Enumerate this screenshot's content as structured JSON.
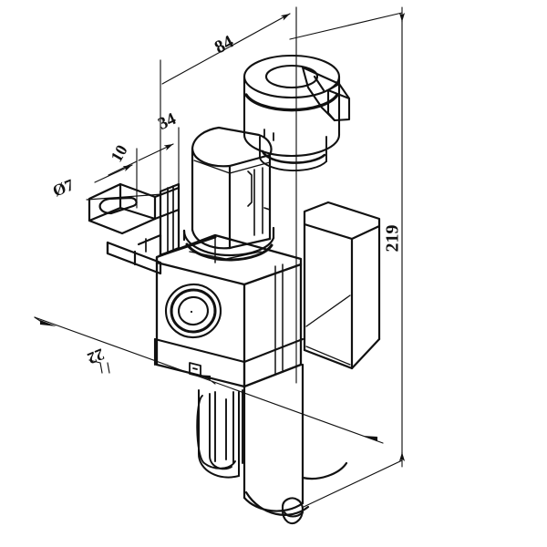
{
  "drawing": {
    "title": "Pneumatic filter-regulator unit isometric dimensioned drawing",
    "projection": "isometric",
    "units": "mm",
    "line_color": "#111111",
    "background_color": "#ffffff"
  },
  "dimensions": {
    "width_top": {
      "label": "84",
      "value": 84,
      "units": "mm",
      "description": "overall width across top of unit"
    },
    "bracket_width": {
      "label": "34",
      "value": 34,
      "units": "mm",
      "description": "mounting bracket width"
    },
    "bracket_offset": {
      "label": "10",
      "value": 10,
      "units": "mm",
      "description": "mounting bracket hole offset"
    },
    "hole_diameter": {
      "label": "Ø7",
      "value": 7,
      "units": "mm",
      "description": "mounting hole diameter"
    },
    "base_depth": {
      "label": "22",
      "value": 22,
      "units": "mm",
      "description": "base depth dimension"
    },
    "overall_height": {
      "label": "219",
      "value": 219,
      "units": "mm",
      "description": "overall height of assembly"
    }
  },
  "parts": [
    {
      "name": "adjustment-knob-lever",
      "description": "cylindrical knob with lever handle, top right"
    },
    {
      "name": "regulator-knob-cap",
      "description": "rounded rectangular knob cap, top left"
    },
    {
      "name": "filter-body",
      "description": "main rectangular body block"
    },
    {
      "name": "gauge-port",
      "description": "circular gauge port on body front face"
    },
    {
      "name": "mounting-bracket",
      "description": "L-shaped mounting bracket with slotted hole"
    },
    {
      "name": "regulator-body",
      "description": "right-hand regulator body block"
    },
    {
      "name": "filter-bowl",
      "description": "cylindrical bowl with sight glass"
    },
    {
      "name": "drain-valve",
      "description": "manual drain at bottom of bowl"
    }
  ]
}
